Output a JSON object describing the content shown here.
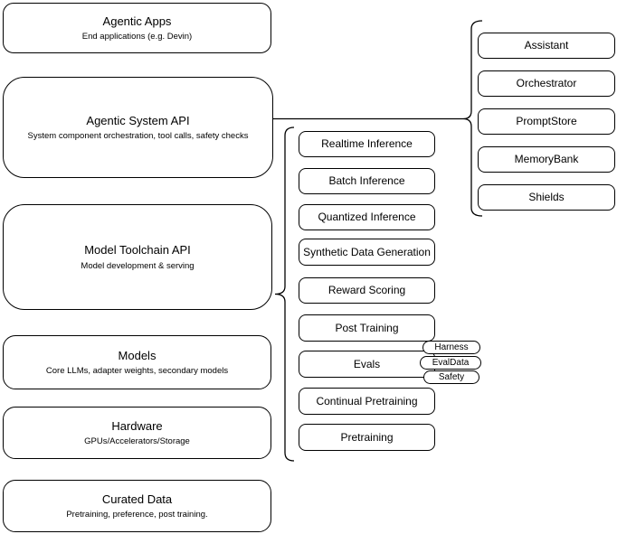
{
  "diagram": {
    "left_column": [
      {
        "title": "Agentic Apps",
        "subtitle": "End applications (e.g. Devin)"
      },
      {
        "title": "Agentic System API",
        "subtitle": "System component orchestration, tool calls, safety checks"
      },
      {
        "title": "Model Toolchain API",
        "subtitle": "Model development & serving"
      },
      {
        "title": "Models",
        "subtitle": "Core LLMs, adapter weights, secondary models"
      },
      {
        "title": "Hardware",
        "subtitle": "GPUs/Accelerators/Storage"
      },
      {
        "title": "Curated Data",
        "subtitle": "Pretraining, preference, post training."
      }
    ],
    "toolchain_components": [
      "Realtime Inference",
      "Batch Inference",
      "Quantized Inference",
      "Synthetic Data Generation",
      "Reward Scoring",
      "Post Training",
      "Evals",
      "Continual Pretraining",
      "Pretraining"
    ],
    "eval_tags": [
      "Harness",
      "EvalData",
      "Safety"
    ],
    "system_components": [
      "Assistant",
      "Orchestrator",
      "PromptStore",
      "MemoryBank",
      "Shields"
    ],
    "colors": {
      "stroke": "#000000",
      "fill": "#ffffff",
      "text": "#000000"
    }
  }
}
